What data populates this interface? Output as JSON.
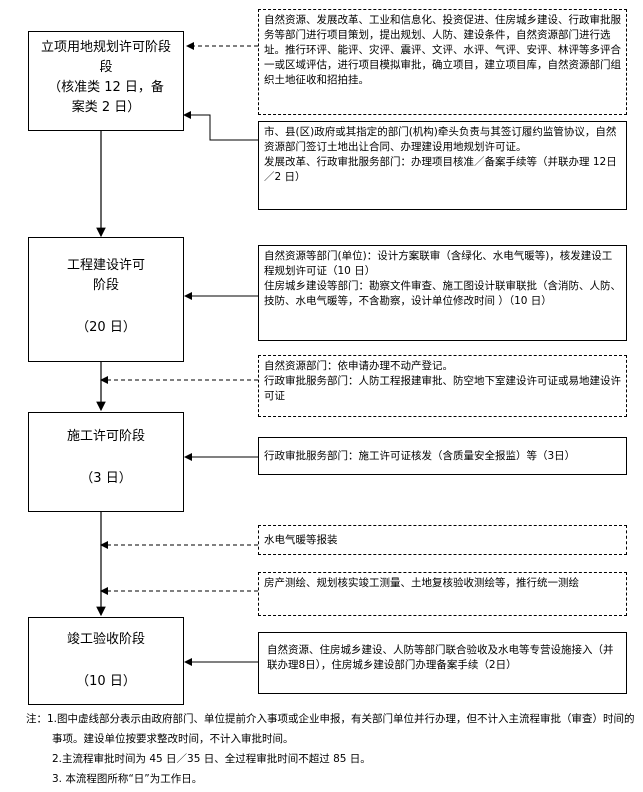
{
  "stages": [
    {
      "title": "立项用地规划许可阶段",
      "title_line2": "段",
      "duration": "（核准类 12 日，备案类 2 日）"
    },
    {
      "title": "工程建设许可",
      "title_line2": "阶段",
      "duration": "（20 日）"
    },
    {
      "title": "施工许可阶段",
      "duration": "（3 日）"
    },
    {
      "title": "竣工验收阶段",
      "duration": "（10 日）"
    }
  ],
  "side_boxes": [
    {
      "style": "dashed",
      "text": "自然资源、发展改革、工业和信息化、投资促进、住房城乡建设、行政审批服务等部门进行项目策划，提出规划、人防、建设条件，自然资源部门进行选址。推行环评、能评、灾评、震评、文评、水评、气评、安评、林评等多评合一或区域评估，进行项目模拟审批，确立项目，建立项目库，自然资源部门组织土地征收和招拍挂。"
    },
    {
      "style": "solid",
      "text": "市、县(区)政府或其指定的部门(机构)牵头负责与其签订履约监管协议，自然资源部门签订土地出让合同、办理建设用地规划许可证。",
      "text2": "发展改革、行政审批服务部门：办理项目核准／备案手续等（并联办理 12日／2 日）"
    },
    {
      "style": "solid",
      "text": "自然资源等部门(单位)：设计方案联审（含绿化、水电气暖等)，核发建设工程规划许可证（10 日）",
      "text2": "住房城乡建设等部门：勘察文件审查、施工图设计联审联批（含消防、人防、技防、水电气暖等，不含勘察，设计单位修改时间 ）（10 日）"
    },
    {
      "style": "dashed",
      "text": "自然资源部门：依申请办理不动产登记。",
      "text2": "行政审批服务部门：人防工程报建审批、防空地下室建设许可证或易地建设许可证"
    },
    {
      "style": "solid",
      "text": "行政审批服务部门：施工许可证核发（含质量安全报监）等（3日）"
    },
    {
      "style": "dashed",
      "text": "水电气暖等报装"
    },
    {
      "style": "dashed",
      "text": "房产测绘、规划核实竣工测量、土地复核验收测绘等，推行统一测绘"
    },
    {
      "style": "solid",
      "text": "自然资源、住房城乡建设、人防等部门联合验收及水电等专营设施接入（并联办理8日），住房城乡建设部门办理备案手续（2日）"
    }
  ],
  "notes": [
    "注：1.图中虚线部分表示由政府部门、单位提前介入事项或企业申报，有关部门单位并行办理，但不计入主流程审批（审查）时间的事项。建设单位按要求整改时间，不计入审批时间。",
    "2.主流程审批时间为 45 日／35 日、全过程审批时间不超过 85 日。",
    "3. 本流程图所称“日”为工作日。"
  ]
}
